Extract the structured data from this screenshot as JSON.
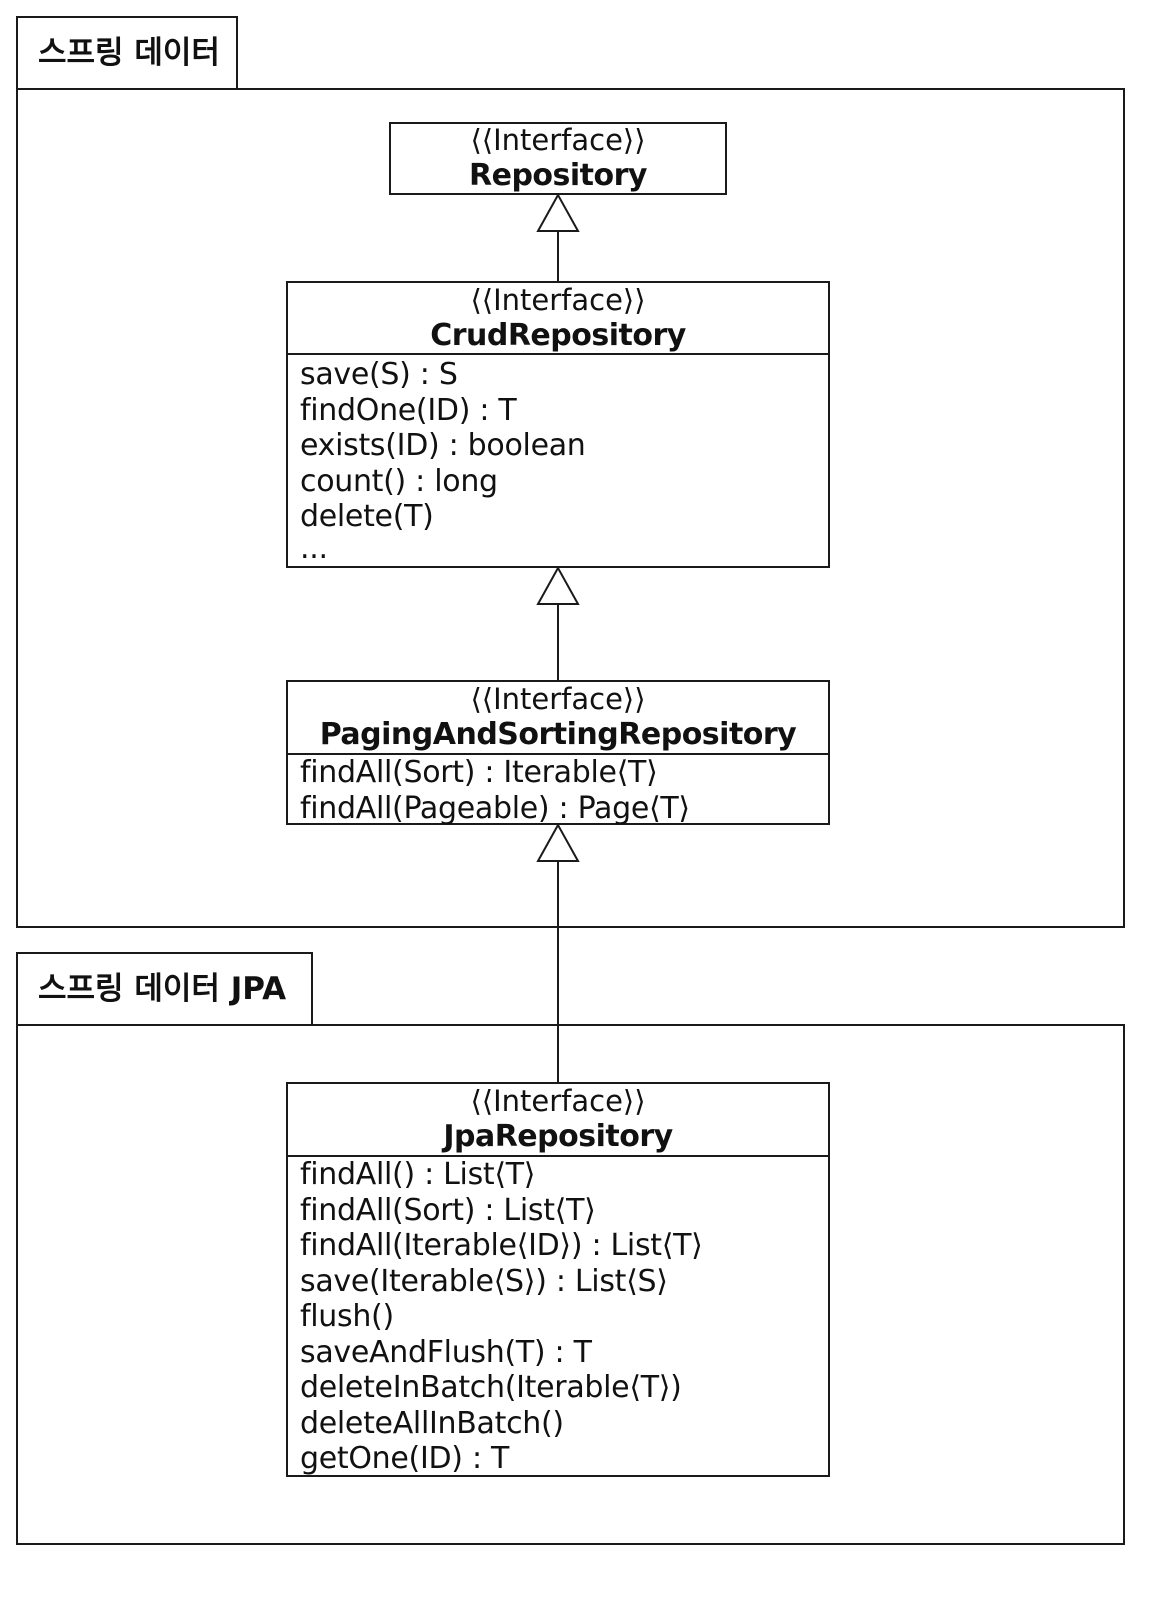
{
  "packages": {
    "spring_data": {
      "label": "스프링 데이터"
    },
    "spring_data_jpa": {
      "label": "스프링 데이터 JPA"
    }
  },
  "classes": {
    "repository": {
      "stereotype": "⟨⟨Interface⟩⟩",
      "name": "Repository",
      "operations": []
    },
    "crud_repository": {
      "stereotype": "⟨⟨Interface⟩⟩",
      "name": "CrudRepository",
      "operations": [
        "save(S) : S",
        "findOne(ID) : T",
        "exists(ID) : boolean",
        "count() : long",
        "delete(T)",
        "..."
      ]
    },
    "paging_and_sorting_repository": {
      "stereotype": "⟨⟨Interface⟩⟩",
      "name": "PagingAndSortingRepository",
      "operations": [
        "findAll(Sort) : Iterable⟨T⟩",
        "findAll(Pageable) : Page⟨T⟩"
      ]
    },
    "jpa_repository": {
      "stereotype": "⟨⟨Interface⟩⟩",
      "name": "JpaRepository",
      "operations": [
        "findAll() : List⟨T⟩",
        "findAll(Sort) : List⟨T⟩",
        "findAll(Iterable⟨ID⟩) : List⟨T⟩",
        "save(Iterable⟨S⟩) : List⟨S⟩",
        "flush()",
        "saveAndFlush(T) : T",
        "deleteInBatch(Iterable⟨T⟩)",
        "deleteAllInBatch()",
        "getOne(ID) : T"
      ]
    }
  },
  "relations": [
    {
      "type": "generalization",
      "from": "crud_repository",
      "to": "repository"
    },
    {
      "type": "generalization",
      "from": "paging_and_sorting_repository",
      "to": "crud_repository"
    },
    {
      "type": "generalization",
      "from": "jpa_repository",
      "to": "paging_and_sorting_repository"
    }
  ]
}
